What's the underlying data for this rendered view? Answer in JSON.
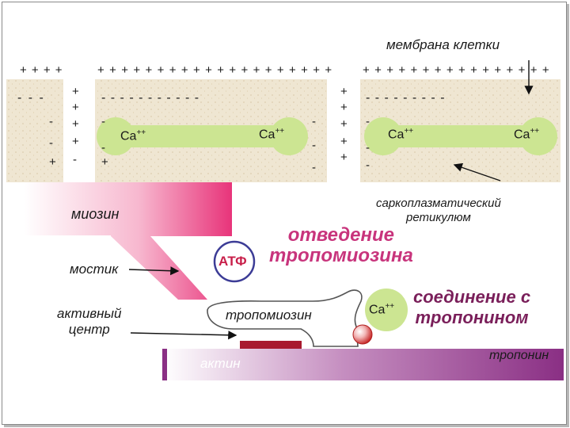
{
  "labels": {
    "membrane": "мембрана клетки",
    "myosin": "миозин",
    "bridge": "мостик",
    "active_center_line1": "активный",
    "active_center_line2": "центр",
    "atp": "АТФ",
    "diversion_line1": "отведение",
    "diversion_line2": "тропомиозина",
    "tropomyosin": "тропомиозин",
    "actin": "актин",
    "sr_line1": "саркоплазматический",
    "sr_line2": "ретикулюм",
    "binding_line1": "соединение с",
    "binding_line2": "тропонином",
    "troponin": "тропонин",
    "ca": "Ca",
    "ca_sup": "++"
  },
  "charges": {
    "top_group1": "+ + + +",
    "top_group2": "+ + + + + + + + + + + + + + + + + + + +",
    "top_group3": "+ + + + + + + + + + + + + + + +",
    "row2_left": "- -  -",
    "row2_mid": "- -   -    -    -    -    -    -    -   - -",
    "row2_right": "-  -   -    -     -     -     -     -    -",
    "plus": "+",
    "minus": "-"
  },
  "colors": {
    "membrane_bg": "#efe6d2",
    "tubule": "#cce592",
    "myosin_pink": "#e8347a",
    "actin_purple": "#8a2f84",
    "tropomyosin_red": "#a8192f",
    "diversion_text": "#c8347c",
    "binding_text": "#7a1f5a",
    "atp_text": "#c81f4a",
    "atp_ring": "#3c3c96"
  }
}
